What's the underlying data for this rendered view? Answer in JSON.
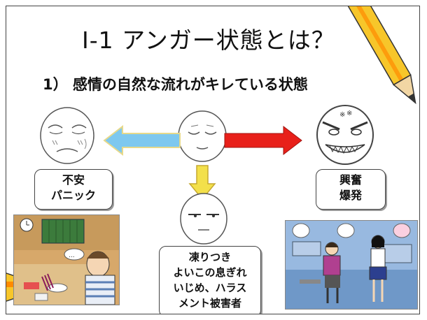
{
  "slide": {
    "title": "I-1  アンガー状態とは？",
    "subtitle": "1） 感情の自然な流れがキレている状態"
  },
  "labels": {
    "anxiety": [
      "不安",
      "パニック"
    ],
    "excitement": [
      "興奮",
      "爆発"
    ],
    "freeze": [
      "凍りつき",
      "よいこの息ぎれ",
      "いじめ、ハラス",
      "メント被害者"
    ]
  },
  "colors": {
    "left_arrow": "#7ec8ef",
    "right_arrow": "#e8201a",
    "down_arrow": "#f3e04a",
    "pencil_body": "#f7c62a",
    "pencil_stripe": "#ff8a00",
    "left_room_bg": "#d7a86a",
    "right_room_bg": "#7ea7d6"
  },
  "icons": [
    "neutral-face-icon",
    "anxious-face-icon",
    "angry-face-icon",
    "frozen-face-icon",
    "pencil-icon",
    "wall-clock-icon"
  ]
}
